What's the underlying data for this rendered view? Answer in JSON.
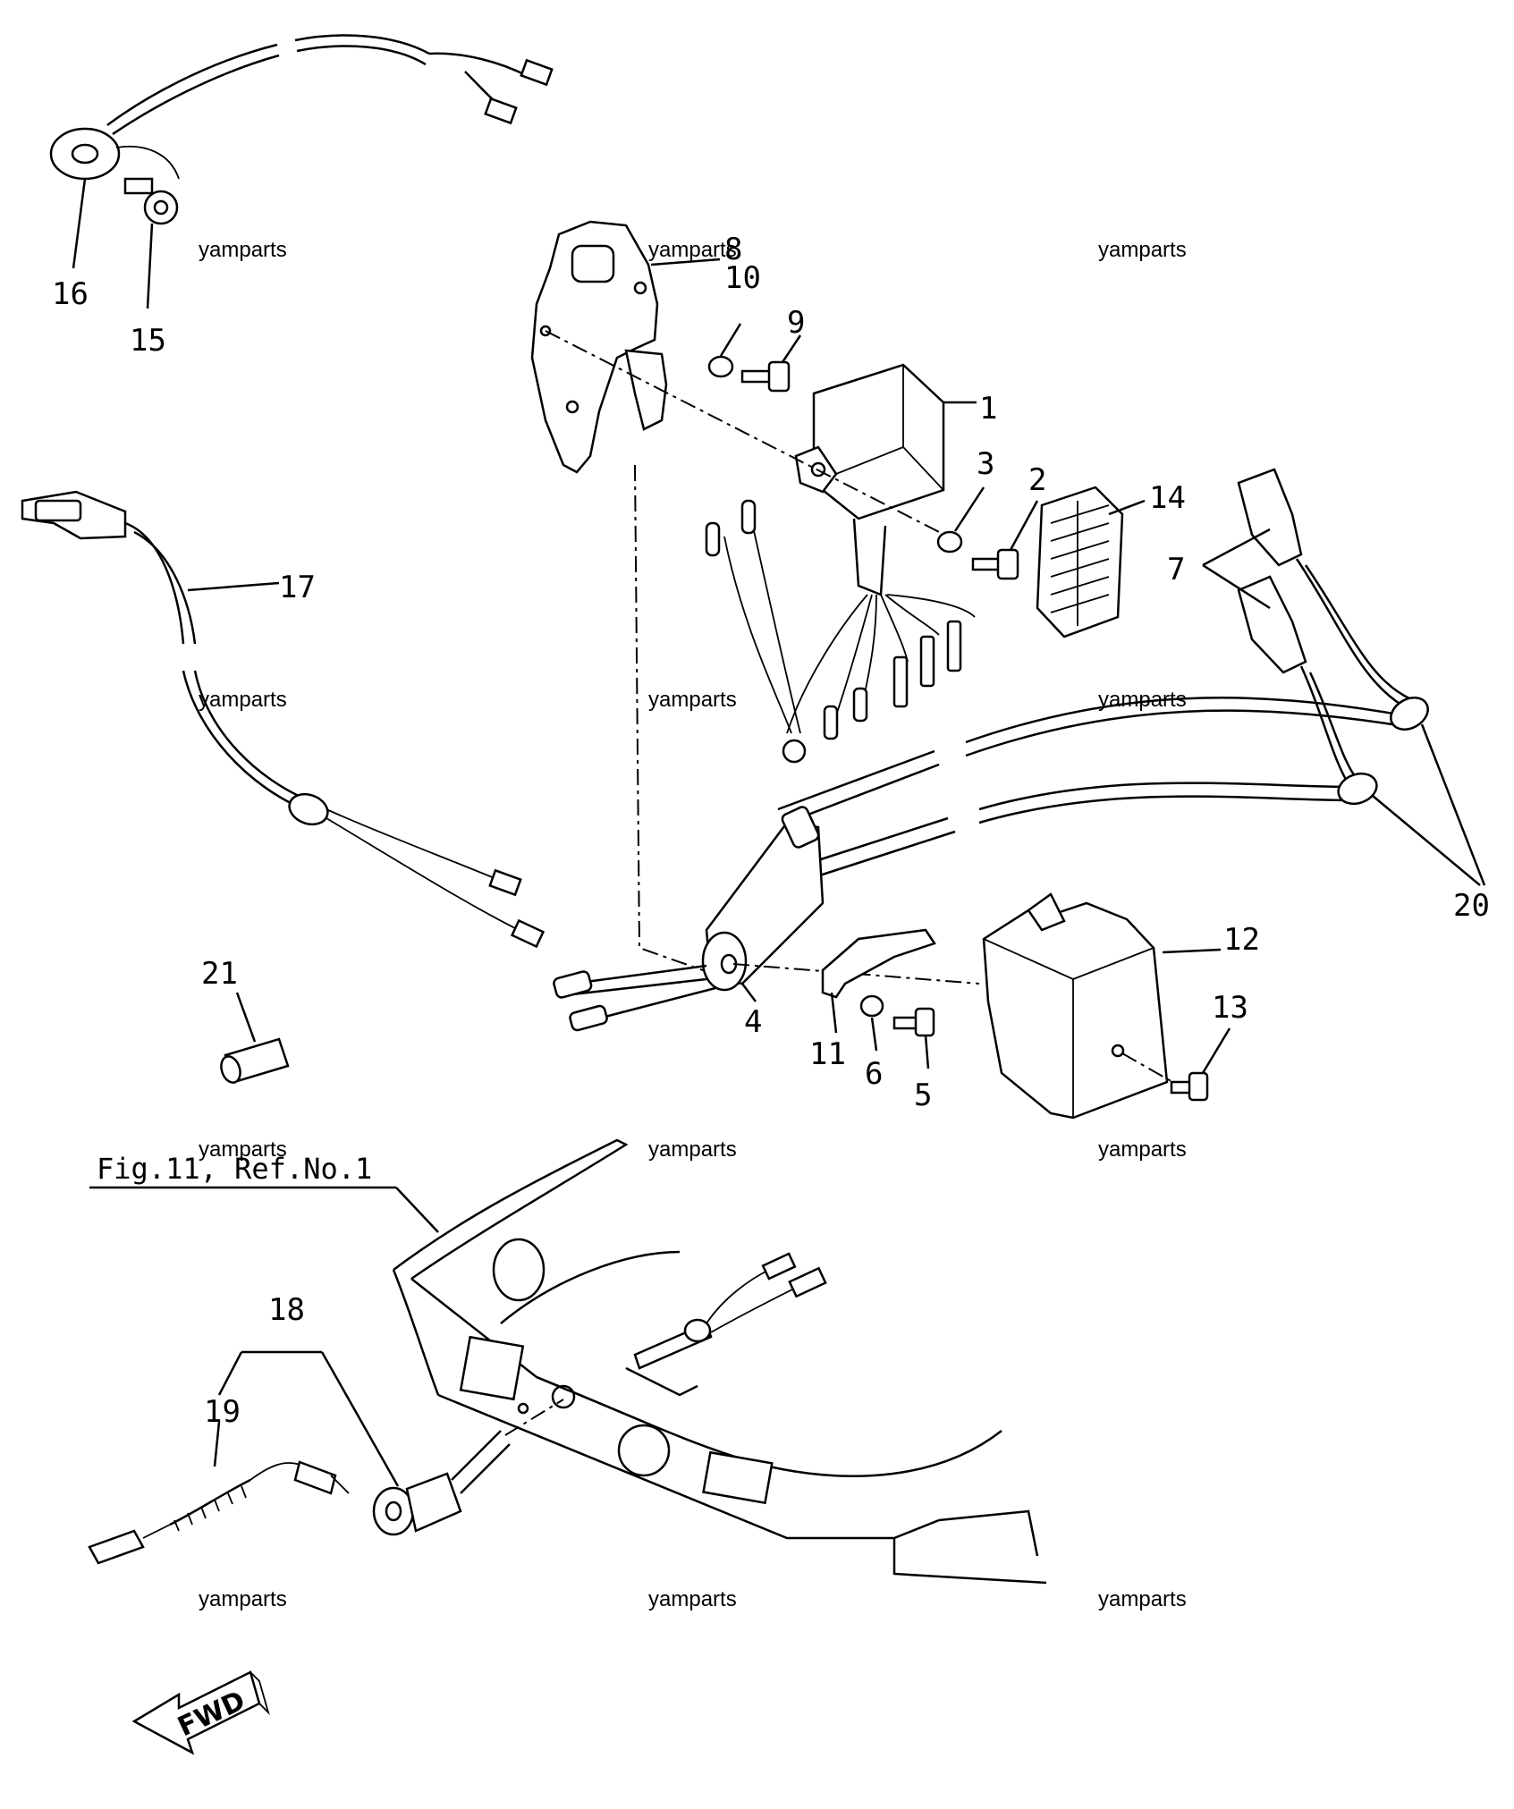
{
  "diagram": {
    "callouts": [
      "1",
      "2",
      "3",
      "4",
      "5",
      "6",
      "7",
      "8",
      "9",
      "10",
      "11",
      "12",
      "13",
      "14",
      "15",
      "16",
      "17",
      "18",
      "19",
      "20",
      "21"
    ],
    "figure_reference": "Fig.11, Ref.No.1",
    "direction_label": "FWD",
    "watermark": "yamparts"
  }
}
